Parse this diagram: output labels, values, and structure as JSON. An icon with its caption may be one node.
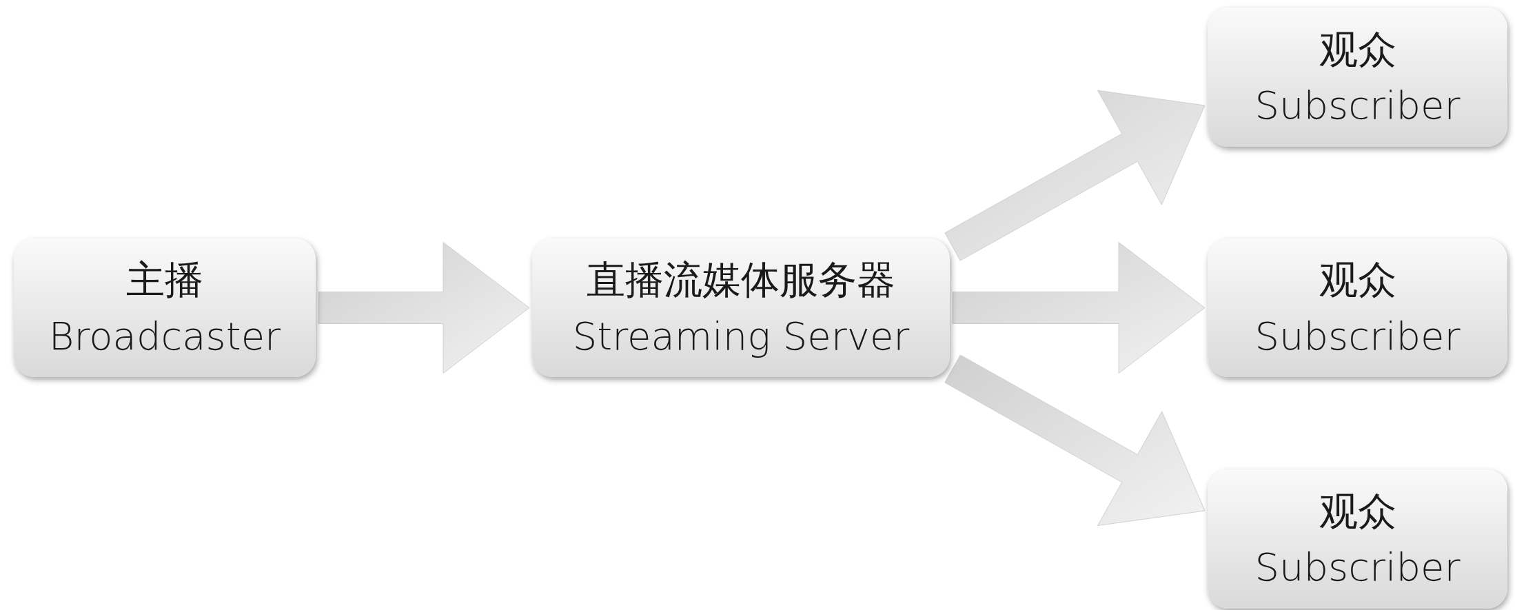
{
  "diagram": {
    "nodes": [
      {
        "text": [
          "主播",
          "Broadcaster"
        ]
      },
      {
        "text": [
          "直播流媒体服务器",
          "Streaming Server"
        ]
      },
      {
        "text": [
          "观众",
          "Subscriber"
        ]
      },
      {
        "text": [
          "观众",
          "Subscriber"
        ]
      },
      {
        "text": [
          "观众",
          "Subscriber"
        ]
      }
    ],
    "edges": [
      {
        "from": 0,
        "to": 1,
        "arrow": "to"
      },
      {
        "from": 1,
        "to": 2,
        "arrow": "to"
      },
      {
        "from": 1,
        "to": 3,
        "arrow": "to"
      },
      {
        "from": 1,
        "to": 4,
        "arrow": "to"
      }
    ]
  }
}
